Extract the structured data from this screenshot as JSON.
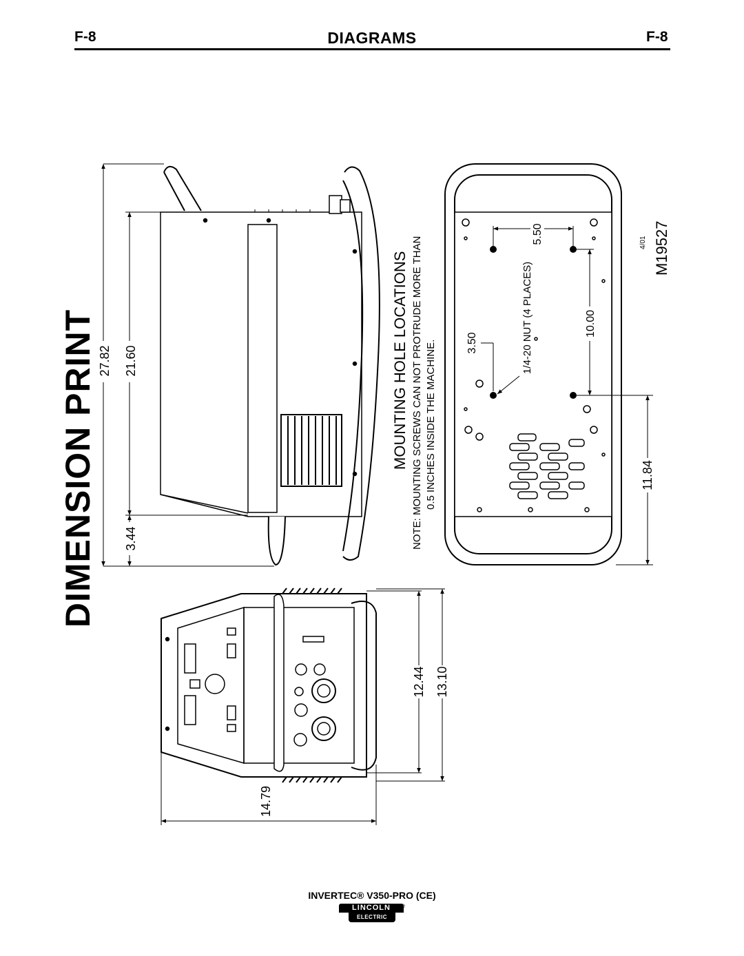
{
  "header": {
    "page_left": "F-8",
    "title": "DIAGRAMS",
    "page_right": "F-8"
  },
  "drawing": {
    "title": "DIMENSION PRINT",
    "side_view": {
      "dim_overall_height": "27.82",
      "dim_case_height": "21.60",
      "dim_bottom": "3.44"
    },
    "front_view": {
      "dim_width_inner": "12.44",
      "dim_width_outer": "13.10",
      "dim_depth": "14.79"
    },
    "mounting": {
      "heading": "MOUNTING HOLE LOCATIONS",
      "note_line1": "NOTE:  MOUNTING SCREWS CAN NOT PROTRUDE MORE THAN",
      "note_line2": "0.5 INCHES INSIDE THE MACHINE.",
      "nut_label": "1/4-20 NUT (4 PLACES)",
      "dim_a": "3.50",
      "dim_b": "5.50",
      "dim_c": "10.00",
      "dim_d": "11.84"
    },
    "drawing_number": "M19527",
    "revision_date": "4/01"
  },
  "footer": {
    "product": "INVERTEC® V350-PRO (CE)",
    "logo_top": "LINCOLN",
    "logo_bottom": "ELECTRIC",
    "logo_reg": "®"
  }
}
